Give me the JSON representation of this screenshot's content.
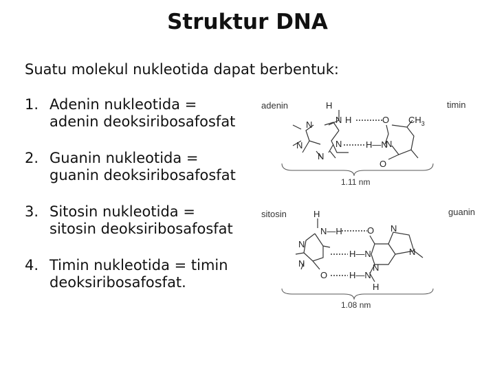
{
  "title": "Struktur DNA",
  "intro": "Suatu molekul nukleotida dapat berbentuk:",
  "items": [
    {
      "num": "1.",
      "line1": "Adenin nukleotida =",
      "line2": "adenin deoksiribosafosfat"
    },
    {
      "num": "2.",
      "line1": "Guanin nukleotida =",
      "line2": "guanin deoksiribosafosfat"
    },
    {
      "num": "3.",
      "line1": "Sitosin nukleotida =",
      "line2": "sitosin deoksiribosafosfat"
    },
    {
      "num": "4.",
      "line1": "Timin nukleotida = timin",
      "line2": "deoksiribosafosfat."
    }
  ],
  "diagram": {
    "pair1": {
      "left": "adenin",
      "right": "timin",
      "width": "1.11 nm",
      "methyl": "CH",
      "methyl_sub": "3"
    },
    "pair2": {
      "left": "sitosin",
      "right": "guanin",
      "width": "1.08 nm"
    },
    "atoms": {
      "n": "N",
      "h": "H",
      "o": "O",
      "hn": "H—N",
      "nh": "N—H"
    }
  }
}
